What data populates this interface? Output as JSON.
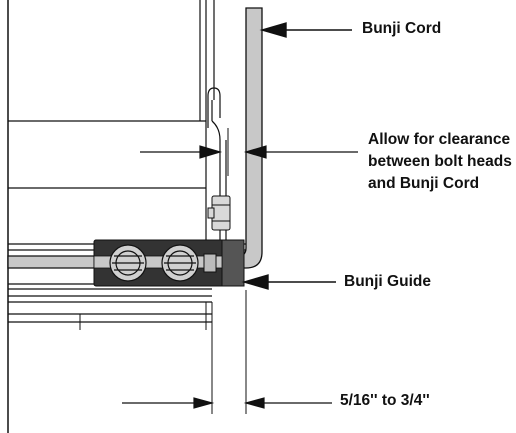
{
  "labels": {
    "bunji_cord": "Bunji Cord",
    "clearance_line1": "Allow for clearance",
    "clearance_line2": "between bolt heads",
    "clearance_line3": "and Bunji  Cord",
    "bunji_guide": "Bunji Guide",
    "dimension": "5/16''  to  3/4''"
  },
  "colors": {
    "ink": "#111111",
    "cord_fill": "#c8c8c8",
    "guide_fill": "#333333",
    "bolt_fill": "#d0d0d0"
  }
}
